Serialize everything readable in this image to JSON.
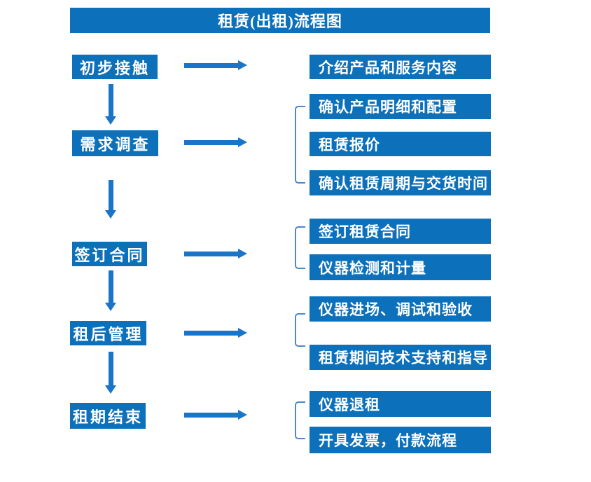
{
  "title": "租赁(出租)流程图",
  "colors": {
    "box_blue": "#0c70ba",
    "arrow_blue": "#1a75c8",
    "bracket_blue": "#4e88c6",
    "text_white": "#ffffff",
    "background": "#ffffff"
  },
  "stages": [
    {
      "label": "初步接触",
      "details": [
        "介绍产品和服务内容"
      ]
    },
    {
      "label": "需求调查",
      "details": [
        "确认产品明细和配置",
        "租赁报价",
        "确认租赁周期与交货时间"
      ]
    },
    {
      "label": "签订合同",
      "details": [
        "签订租赁合同",
        "仪器检测和计量"
      ]
    },
    {
      "label": "租后管理",
      "details": [
        "仪器进场、调试和验收",
        "租赁期间技术支持和指导"
      ]
    },
    {
      "label": "租期结束",
      "details": [
        "仪器退租",
        "开具发票，付款流程"
      ]
    }
  ]
}
